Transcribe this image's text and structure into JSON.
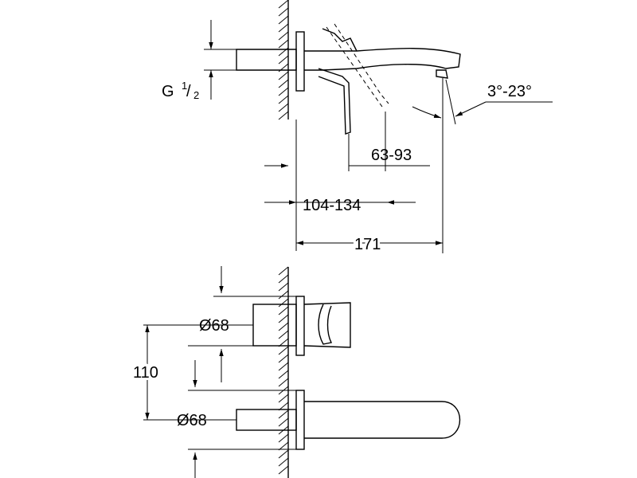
{
  "diagram": {
    "type": "technical-drawing",
    "stroke_color": "#000000",
    "background": "#ffffff"
  },
  "side_view": {
    "thread_label": {
      "prefix": "G ",
      "numerator": "1",
      "denominator": "2"
    },
    "angle_label": "3°-23°",
    "dim_handle": "63-93",
    "dim_wall": "104-134",
    "dim_total": "171"
  },
  "front_view": {
    "diameter_upper": "Ø68",
    "diameter_lower": "Ø68",
    "center_distance": "110"
  }
}
